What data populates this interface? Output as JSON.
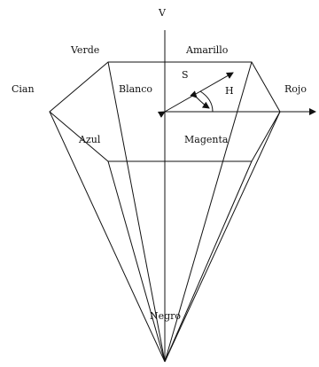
{
  "diagram": {
    "axis_label": "V",
    "labels": {
      "verde": "Verde",
      "amarillo": "Amarillo",
      "cian": "Cian",
      "rojo": "Rojo",
      "blanco": "Blanco",
      "s": "S",
      "h": "H",
      "azul": "Azul",
      "magenta": "Magenta",
      "negro": "Negro"
    },
    "colors": {
      "line": "#111111",
      "background": "#ffffff"
    }
  }
}
